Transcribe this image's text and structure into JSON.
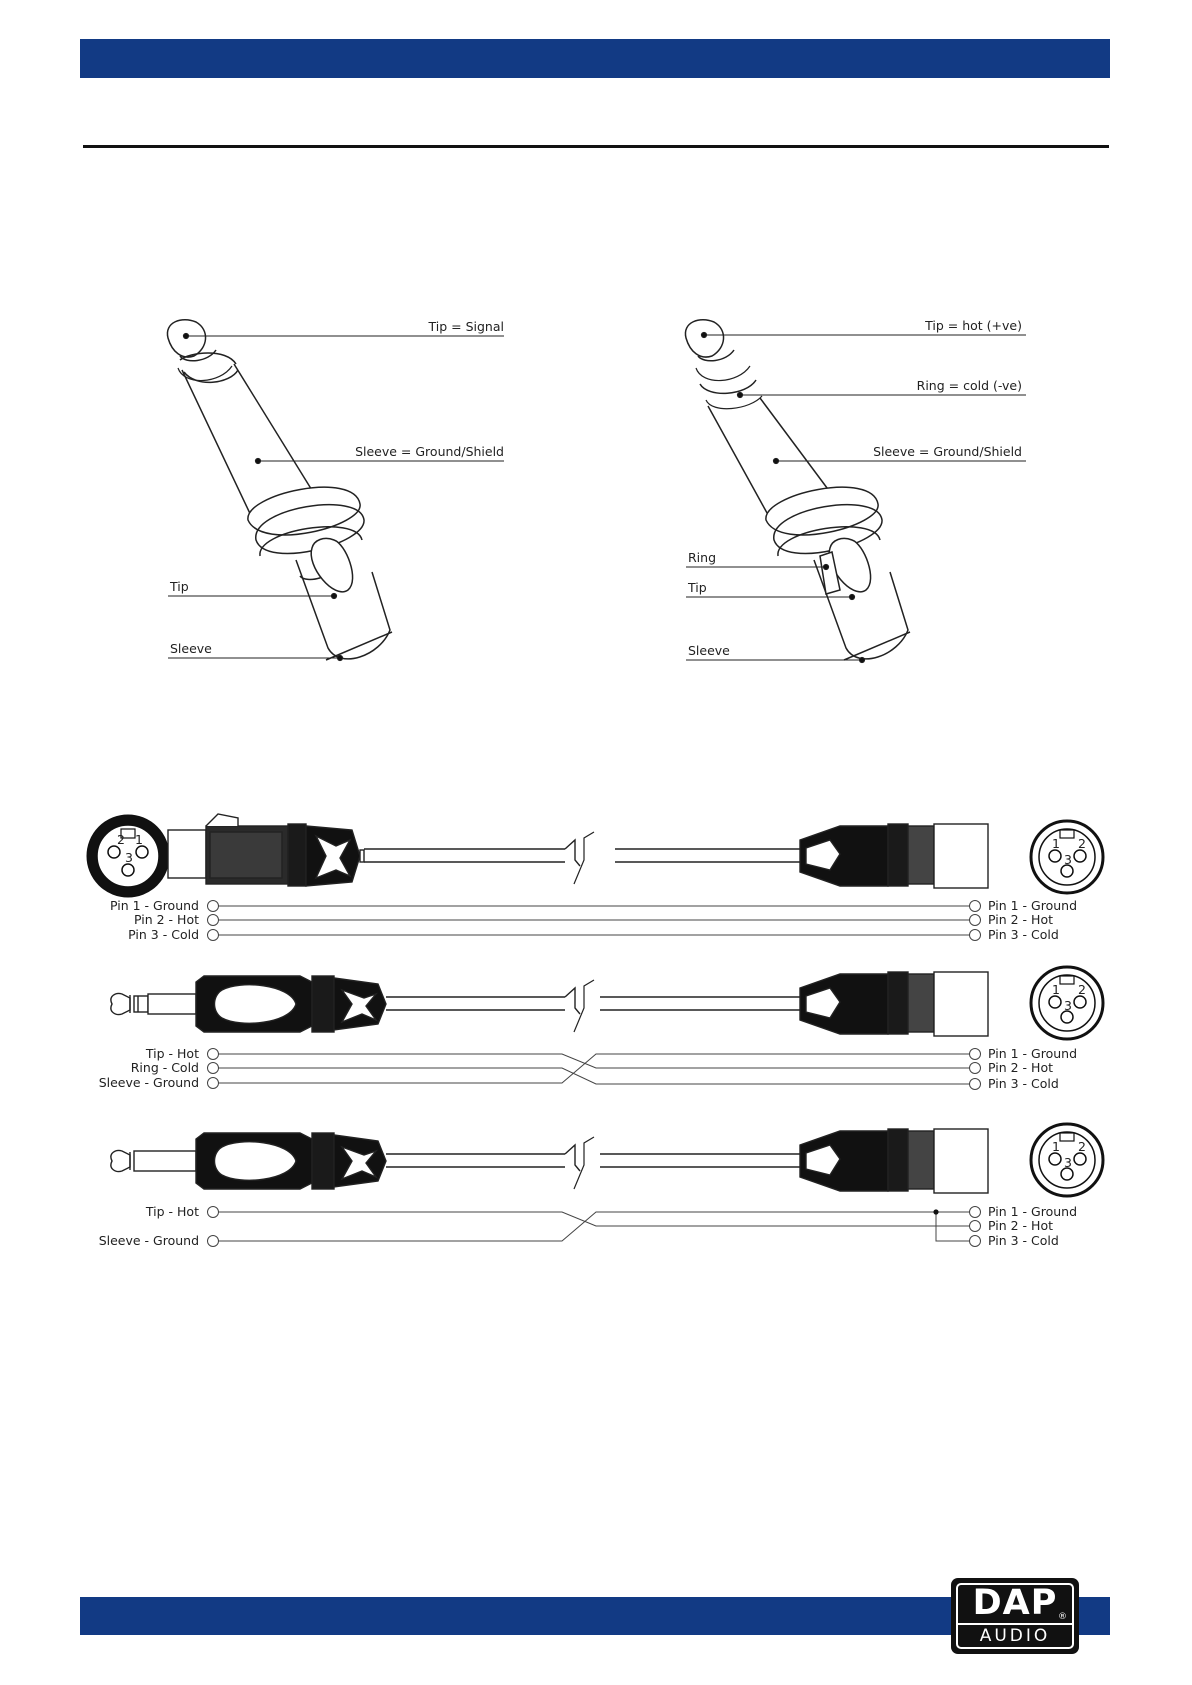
{
  "jack_mono": {
    "tip_label": "Tip = Signal",
    "sleeve_label": "Sleeve = Ground/Shield",
    "tip": "Tip",
    "sleeve": "Sleeve"
  },
  "jack_stereo": {
    "tip_label": "Tip = hot (+ve)",
    "ring_label": "Ring = cold (-ve)",
    "sleeve_label": "Sleeve = Ground/Shield",
    "ring": "Ring",
    "tip": "Tip",
    "sleeve": "Sleeve"
  },
  "xlr_to_xlr": {
    "left_pins": [
      "Pin 1 - Ground",
      "Pin 2 - Hot",
      "Pin 3 - Cold"
    ],
    "right_pins": [
      "Pin 1 - Ground",
      "Pin 2 - Hot",
      "Pin 3 - Cold"
    ]
  },
  "trs_to_xlr": {
    "left_pins": [
      "Tip - Hot",
      "Ring - Cold",
      "Sleeve - Ground"
    ],
    "right_pins": [
      "Pin 1 - Ground",
      "Pin 2 - Hot",
      "Pin 3 - Cold"
    ]
  },
  "ts_to_xlr": {
    "left_pins": [
      "Tip - Hot",
      "Sleeve - Ground"
    ],
    "right_pins": [
      "Pin 1 - Ground",
      "Pin 2 - Hot",
      "Pin 3 - Cold"
    ]
  },
  "xlr_face_numbers": [
    "1",
    "2",
    "3"
  ],
  "logo": {
    "brand": "DAP",
    "sub": "AUDIO",
    "reg": "®"
  }
}
